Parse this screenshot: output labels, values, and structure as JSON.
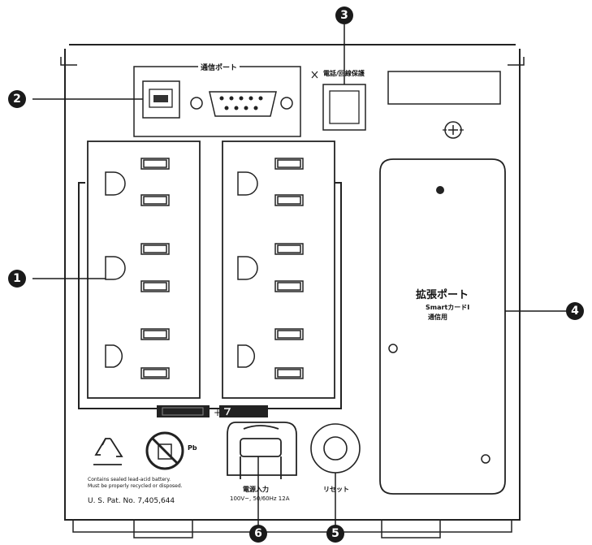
{
  "callouts": {
    "c1": "1",
    "c2": "2",
    "c3": "3",
    "c4": "4",
    "c5": "5",
    "c6": "6"
  },
  "labels": {
    "comm_port": "通信ポート",
    "network_surge": "電話/回線保護",
    "expansion_port": "拡張ポート",
    "expansion_sub_1": "SmartカードI",
    "expansion_sub_2": "通信用",
    "power_input": "電源入力",
    "power_rating": "100V~, 50/60Hz 12A",
    "reset": "リセット",
    "battery_legend_1": "Contains sealed lead-acid battery.",
    "battery_legend_2": "Must be properly recycled or disposed.",
    "patent": "U. S. Pat. No. 7,405,644",
    "pb": "Pb"
  }
}
